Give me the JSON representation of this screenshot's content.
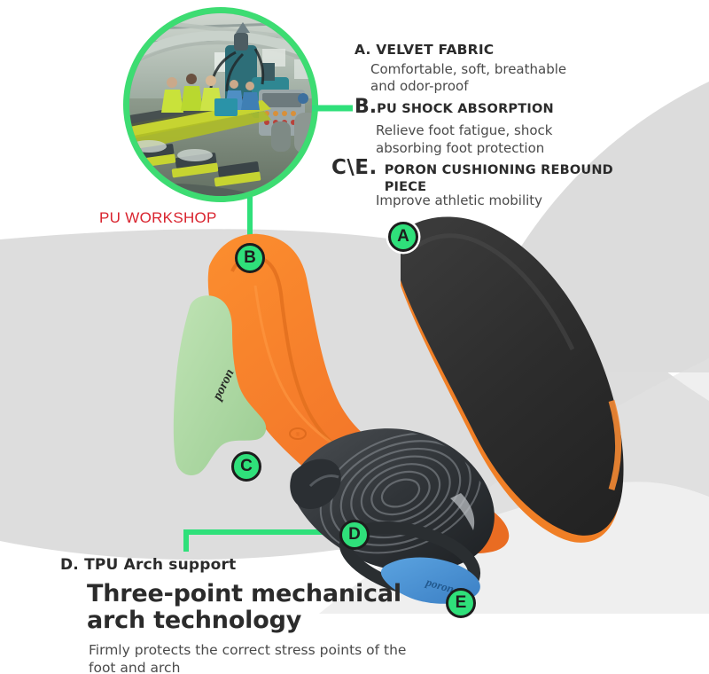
{
  "meta": {
    "kind": "product-infographic",
    "subject": "orthotic shoe insole exploded view"
  },
  "theme": {
    "accent_green": "#2fe07a",
    "ring_green": "#3ddc72",
    "label_red": "#d9232e",
    "orange": "#f5822a",
    "poron_green": "#a8d9a0",
    "poron_blue": "#4a90d9",
    "velvet_black": "#2e2e2e",
    "background": "#ffffff",
    "background_gray": "#dcdcdc",
    "text_dark": "#2b2b2b",
    "text_body": "#4a4a4a"
  },
  "workshop": {
    "caption": "PU WORKSHOP",
    "photo_alt": "PU workshop production line"
  },
  "callouts": [
    {
      "id": "a",
      "letter": "A.",
      "heading": "VELVET FABRIC",
      "body_lines": [
        "Comfortable, soft, breathable",
        "and odor-proof"
      ]
    },
    {
      "id": "b",
      "letter": "B.",
      "heading": "PU SHOCK ABSORPTION",
      "body_lines": [
        "Relieve foot fatigue,  shock",
        "absorbing foot protection"
      ]
    },
    {
      "id": "ce",
      "letter": "C\\E.",
      "heading": "PORON CUSHIONING REBOUND PIECE",
      "body_lines": [
        "Improve athletic mobility"
      ]
    },
    {
      "id": "d",
      "letter": "D.",
      "heading": "D. TPU Arch support",
      "title_lines": [
        "Three-point mechanical",
        "arch technology"
      ],
      "body_lines": [
        "Firmly protects the correct stress points of the",
        "foot and arch"
      ]
    }
  ],
  "badges": [
    {
      "id": "a",
      "label": "A"
    },
    {
      "id": "b",
      "label": "B"
    },
    {
      "id": "c",
      "label": "C"
    },
    {
      "id": "d",
      "label": "D"
    },
    {
      "id": "e",
      "label": "E"
    }
  ],
  "product": {
    "poron_mark": "poron",
    "poron_heel_mark": "poron"
  }
}
